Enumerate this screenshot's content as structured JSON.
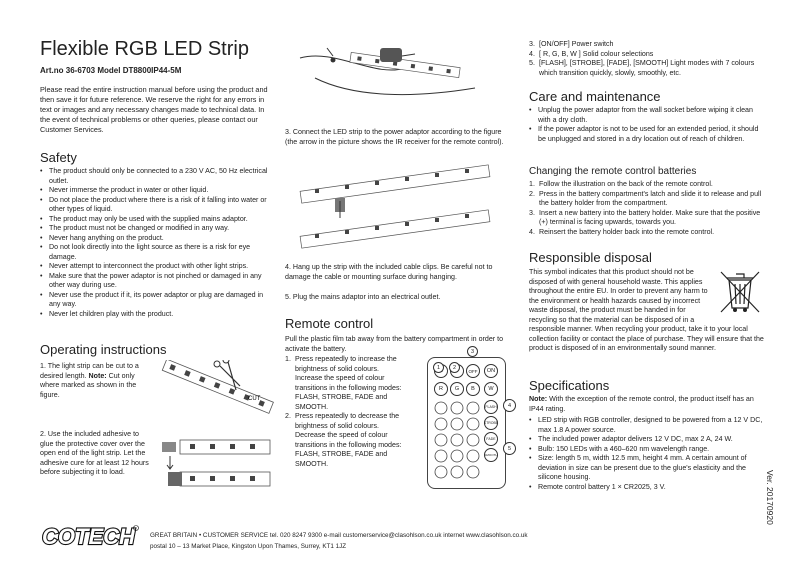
{
  "title": "Flexible RGB LED Strip",
  "art_no": "Art.no 36-6703 Model DT8800IP44-5M",
  "intro": "Please read the entire instruction manual before using the product and then save it for future reference. We reserve the right for any errors in text or images and any necessary changes made to technical data. In the event of technical problems or other queries, please contact our Customer Services.",
  "safety": {
    "heading": "Safety",
    "items": [
      "The product should only be connected to a 230 V AC, 50 Hz electrical outlet.",
      "Never immerse the product in water or other liquid.",
      "Do not place the product where there is a risk of it falling into water or other types of liquid.",
      "The product may only be used with the supplied mains adaptor.",
      "The product must not be changed or modified in any way.",
      "Never hang anything on the product.",
      "Do not look directly into the light source as there is a risk for eye damage.",
      "Never attempt to interconnect the product with other light strips.",
      "Make sure that the power adaptor is not pinched or damaged in any other way during use.",
      "Never use the product if it, its power adaptor or plug are damaged in any way.",
      "Never let children play with the product."
    ]
  },
  "operating": {
    "heading": "Operating instructions",
    "step1": {
      "num": "1.",
      "text": "The light strip can be cut to a desired length.",
      "note_label": "Note:",
      "note": "Cut only where marked as shown in the figure."
    },
    "step2": {
      "num": "2.",
      "text": "Use the included adhesive to glue the protective cover over the open end of the light strip. Let the adhesive cure for at least 12 hours before subjecting it to load."
    },
    "cut_label": "CUT",
    "step3": {
      "num": "3.",
      "text": "Connect the LED strip to the power adaptor according to the figure (the arrow in the picture shows the IR receiver for the remote control)."
    },
    "step4": {
      "num": "4.",
      "text": "Hang up the strip with the included cable clips. Be careful not to damage the cable or mounting surface during hanging."
    },
    "step5": {
      "num": "5.",
      "text": "Plug the mains adaptor into an electrical outlet."
    }
  },
  "remote": {
    "heading": "Remote control",
    "intro": "Pull the plastic film tab away from the battery compartment in order to activate the battery.",
    "items": [
      {
        "num": "1.",
        "text": "Press repeatedly to increase the brightness of solid colours. Increase the speed of colour transitions in the following modes: FLASH, STROBE, FADE and SMOOTH."
      },
      {
        "num": "2.",
        "text": "Press repeatedly to decrease the brightness of solid colours. Decrease the speed of colour transitions in the following modes: FLASH, STROBE, FADE and SMOOTH."
      },
      {
        "num": "3.",
        "text": "[ON/OFF] Power switch"
      },
      {
        "num": "4.",
        "text": "[ R, G, B, W ] Solid colour selections"
      },
      {
        "num": "5.",
        "text": "[FLASH], [STROBE], [FADE], [SMOOTH] Light modes with 7 colours which transition quickly, slowly, smoothly, etc."
      }
    ],
    "buttons": {
      "up": "▲",
      "down": "▼",
      "off": "OFF",
      "on": "ON",
      "r": "R",
      "g": "G",
      "b": "B",
      "w": "W",
      "flash": "FLASH",
      "strobe": "STROBE",
      "fade": "FADE",
      "smooth": "SMOOTH",
      "callout1": "1",
      "callout2": "2",
      "callout3": "3",
      "callout4": "4",
      "callout5": "5"
    }
  },
  "care": {
    "heading": "Care and maintenance",
    "items": [
      "Unplug the power adaptor from the wall socket before wiping it clean with a dry cloth.",
      "If the power adaptor is not to be used for an extended period, it should be unplugged and stored in a dry location out of reach of children."
    ]
  },
  "battery": {
    "heading": "Changing the remote control batteries",
    "items": [
      {
        "num": "1.",
        "text": "Follow the illustration on the back of the remote control."
      },
      {
        "num": "2.",
        "text": "Press in the battery compartment's latch and slide it to release and pull the battery holder from the compartment."
      },
      {
        "num": "3.",
        "text": "Insert a new battery into the battery holder. Make sure that the positive (+) terminal is facing upwards, towards you."
      },
      {
        "num": "4.",
        "text": "Reinsert the battery holder back into the remote control."
      }
    ]
  },
  "disposal": {
    "heading": "Responsible disposal",
    "text": "This symbol indicates that this product should not be disposed of with general household waste. This applies throughout the entire EU. In order to prevent any harm to the environment or health hazards caused by incorrect waste disposal, the product must be handed in for recycling so that the material can be disposed of in a responsible manner. When recycling your product, take it to your local collection facility or contact the place of purchase. They will ensure that the product is disposed of in an environmentally sound manner."
  },
  "specs": {
    "heading": "Specifications",
    "note_label": "Note:",
    "note": "With the exception of the remote control, the product itself has an IP44 rating.",
    "items": [
      "LED strip with RGB controller, designed to be powered from a 12 V DC, max 1.8 A power source.",
      "The included power adaptor delivers 12 V DC, max 2 A, 24 W.",
      "Bulb: 150 LEDs with a 460–620 nm wavelength range.",
      "Size: length 5 m, width 12.5 mm, height 4 mm. A certain amount of deviation in size can be present due to the glue's elasticity and the silicone housing.",
      "Remote control battery 1 × CR2025, 3 V."
    ]
  },
  "footer": {
    "logo": "COTECH",
    "line1": "GREAT BRITAIN • CUSTOMER SERVICE   tel. 020 8247 9300   e-mail customerservice@clasohlson.co.uk   internet www.clasohlson.co.uk",
    "line2": "postal 10 – 13 Market Place, Kingston Upon Thames, Surrey, KT1 1JZ",
    "version": "Ver. 20170920"
  }
}
